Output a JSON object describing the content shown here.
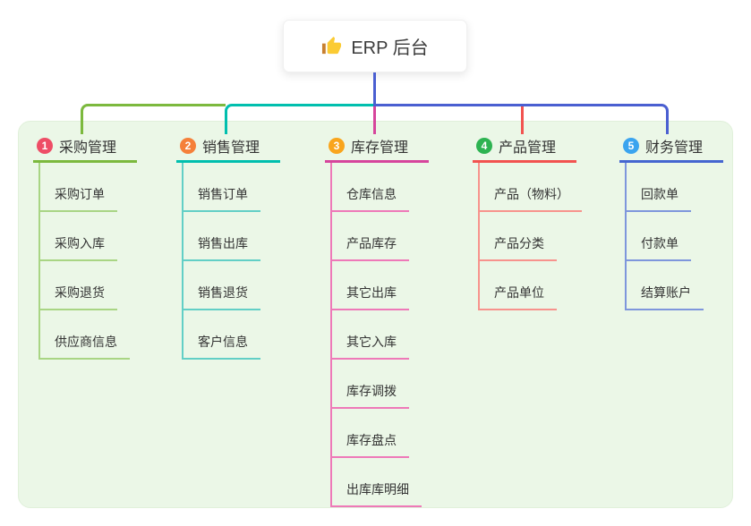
{
  "root": {
    "label": "ERP 后台",
    "icon": "thumbs-up-icon",
    "connector_color": "#4A5FD1"
  },
  "panel": {
    "background": "#EBF7E7"
  },
  "branches": [
    {
      "badge": "1",
      "label": "采购管理",
      "colors": {
        "badge": "#EE4D66",
        "line": "#7CB93E",
        "child_line": "#A9D584"
      },
      "children": [
        "采购订单",
        "采购入库",
        "采购退货",
        "供应商信息"
      ]
    },
    {
      "badge": "2",
      "label": "销售管理",
      "colors": {
        "badge": "#F5803A",
        "line": "#00BFAE",
        "child_line": "#62CFC6"
      },
      "children": [
        "销售订单",
        "销售出库",
        "销售退货",
        "客户信息"
      ]
    },
    {
      "badge": "3",
      "label": "库存管理",
      "colors": {
        "badge": "#F9A51D",
        "line": "#D6459C",
        "child_line": "#EE79B8"
      },
      "children": [
        "仓库信息",
        "产品库存",
        "其它出库",
        "其它入库",
        "库存调拨",
        "库存盘点",
        "出库库明细"
      ]
    },
    {
      "badge": "4",
      "label": "产品管理",
      "colors": {
        "badge": "#2DB351",
        "line": "#F25350",
        "child_line": "#F7938D"
      },
      "children": [
        "产品（物料）",
        "产品分类",
        "产品单位"
      ]
    },
    {
      "badge": "5",
      "label": "财务管理",
      "colors": {
        "badge": "#3BA4EF",
        "line": "#4566D0",
        "child_line": "#7E96DC"
      },
      "children": [
        "回款单",
        "付款单",
        "结算账户"
      ]
    }
  ]
}
